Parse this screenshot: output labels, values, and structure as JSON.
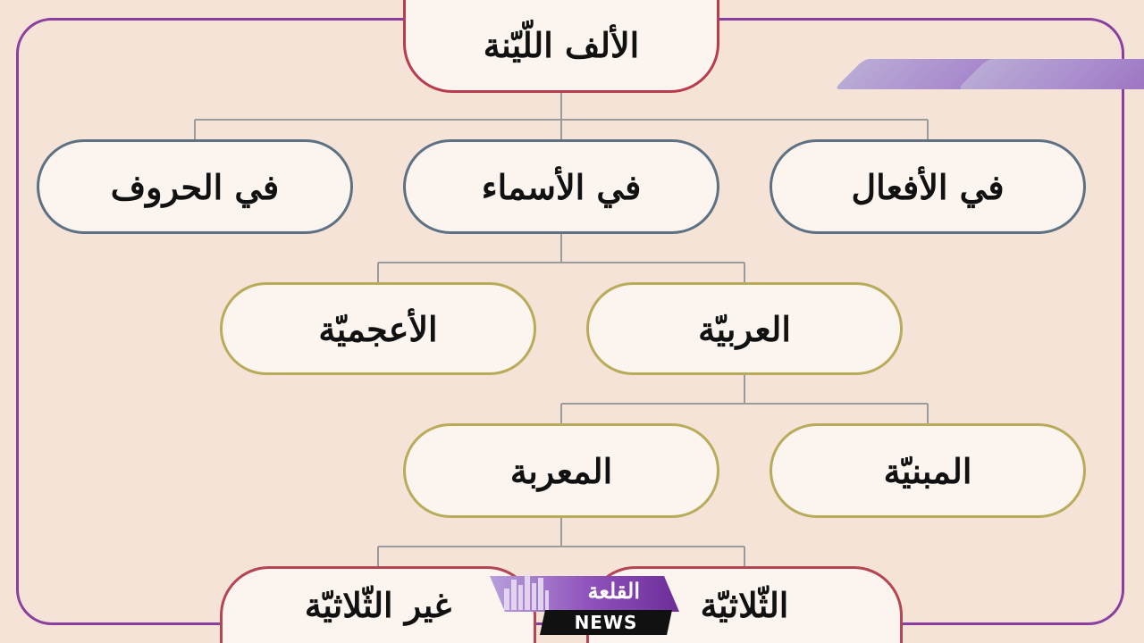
{
  "diagram": {
    "root": "الألف اللّيّنة",
    "level1": [
      "في الأفعال",
      "في الأسماء",
      "في الحروف"
    ],
    "level2": [
      "العربيّة",
      "الأعجميّة"
    ],
    "level3": [
      "المبنيّة",
      "المعربة"
    ],
    "level4": [
      "الثّلاثيّة",
      "غير الثّلاثيّة"
    ]
  },
  "watermark": {
    "arabic": "القلعة",
    "english": "NEWS"
  },
  "colors": {
    "background": "#f5e3d7",
    "frame": "#8a3f9e",
    "root_border": "#b83c4e",
    "level1_border": "#5d7183",
    "level2_border": "#b8ac5a",
    "level3_border": "#b8ac5a",
    "level4_border": "#b34652"
  }
}
